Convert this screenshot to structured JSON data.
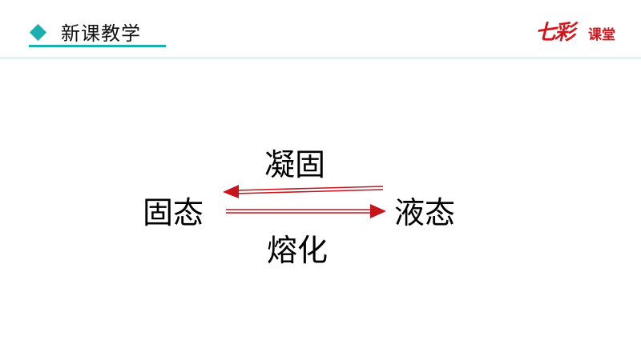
{
  "header": {
    "section_title": "新课教学",
    "logo_main": "七彩",
    "logo_sub": "课堂",
    "accent_color": "#1bb0b0",
    "logo_color": "#d2161c"
  },
  "diagram": {
    "left_state": "固态",
    "right_state": "液态",
    "top_process": "凝固",
    "bottom_process": "熔化",
    "arrow_color": "#c8141c"
  }
}
